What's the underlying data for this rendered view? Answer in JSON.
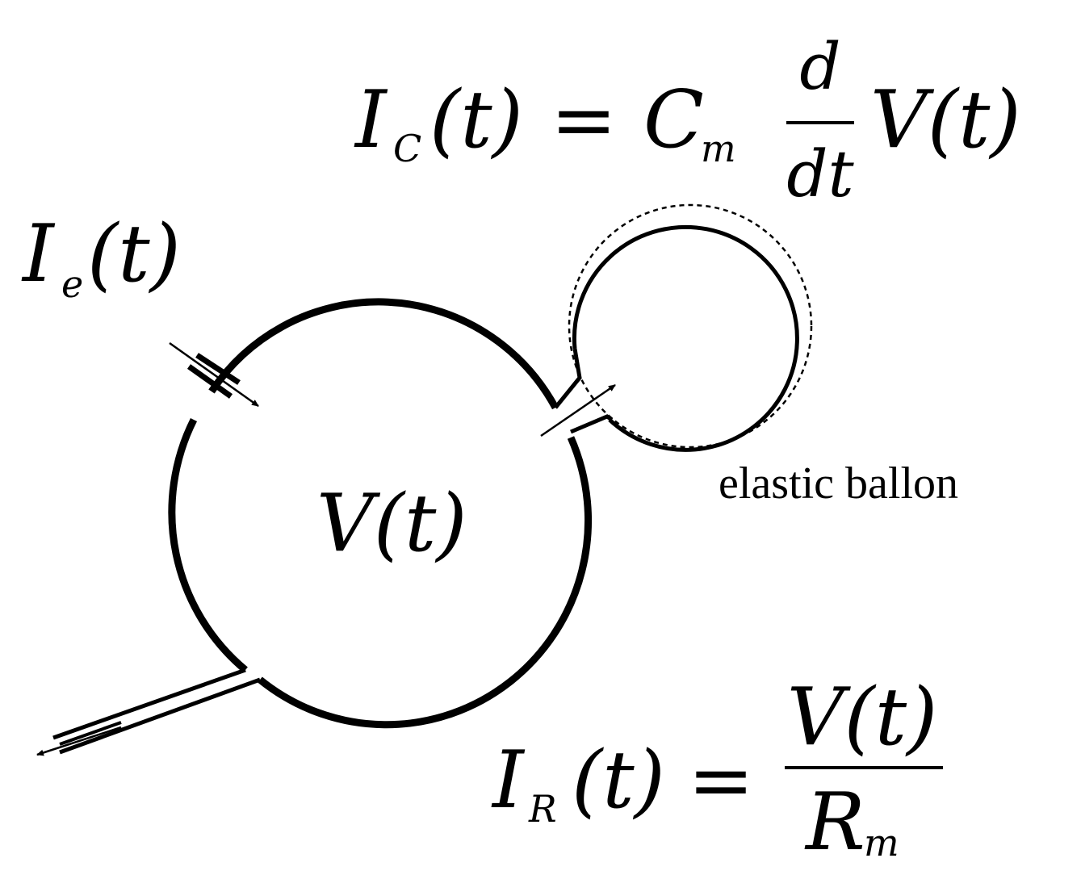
{
  "equations": {
    "capacitive": {
      "lhs_symbol": "I",
      "lhs_sub": "C",
      "lhs_arg": "(t)",
      "equals": "=",
      "coef_symbol": "C",
      "coef_sub": "m",
      "frac_num": "d",
      "frac_den": "dt",
      "rhs": "V(t)"
    },
    "electrode": {
      "symbol": "I",
      "sub": "e",
      "arg": "(t)"
    },
    "potential": {
      "text": "V(t)"
    },
    "resistive": {
      "lhs_symbol": "I",
      "lhs_sub": "R",
      "lhs_arg": "(t)",
      "equals": "=",
      "frac_num": "V(t)",
      "frac_den_symbol": "R",
      "frac_den_sub": "m"
    }
  },
  "labels": {
    "balloon": "elastic ballon"
  },
  "colors": {
    "ink": "#000000",
    "background": "#ffffff"
  }
}
